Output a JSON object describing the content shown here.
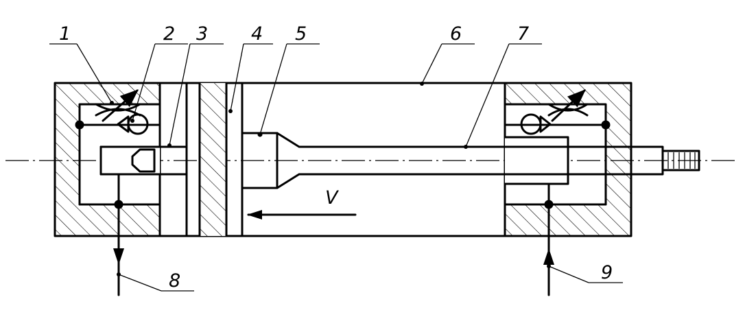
{
  "labels": [
    "1",
    "2",
    "3",
    "4",
    "5",
    "6",
    "7",
    "8",
    "9"
  ],
  "velocity_label": "V"
}
